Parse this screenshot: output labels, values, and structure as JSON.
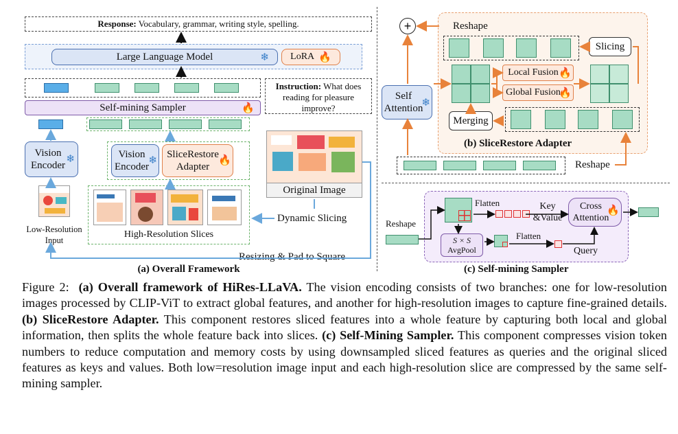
{
  "panel_a": {
    "response": "Response: Vocabulary, grammar, writing style, spelling.",
    "response_bold": "Response:",
    "response_rest": " Vocabulary, grammar, writing style, spelling.",
    "llm": "Large Language Model",
    "lora": "LoRA",
    "instruction_bold": "Instruction:",
    "instruction_rest": " What does reading for pleasure improve?",
    "sampler": "Self-mining Sampler",
    "vision_encoder_1": "Vision Encoder",
    "vision_encoder_2": "Vision Encoder",
    "slice_restore": "SliceRestore Adapter",
    "original_image": "Original Image",
    "dynamic_slicing": "Dynamic Slicing",
    "low_res": "Low-Resolution Input",
    "high_res": "High-Resolution Slices",
    "resizing": "Resizing & Pad to Square",
    "title": "(a) Overall Framework"
  },
  "panel_b": {
    "reshape_top": "Reshape",
    "slicing": "Slicing",
    "local_fusion": "Local Fusion",
    "global_fusion": "Global Fusion",
    "self_attention": "Self Attention",
    "merging": "Merging",
    "title": "(b) SliceRestore Adapter",
    "reshape_bottom": "Reshape",
    "plus": "+"
  },
  "panel_c": {
    "flatten_top": "Flatten",
    "key_value": "Key &Value",
    "cross_attention": "Cross Attention",
    "reshape": "Reshape",
    "avgpool_dims": "S × S",
    "avgpool": "AvgPool",
    "flatten_bottom": "Flatten",
    "query": "Query",
    "title": "(c) Self-mining Sampler"
  },
  "caption": {
    "fig": "Figure 2:",
    "a_title": "(a) Overall framework of HiRes-LLaVA.",
    "a_text": " The vision encoding consists of two branches: one for low-resolution images processed by CLIP-ViT to extract global features, and another for high-resolution images to capture fine-grained details. ",
    "b_title": "(b) SliceRestore Adapter.",
    "b_text": " This component restores sliced features into a whole feature by capturing both local and global information, then splits the whole feature back into slices. ",
    "c_title": "(c) Self-Mining Sampler.",
    "c_text": " This component compresses vision token numbers to reduce computation and memory costs by using downsampled sliced features as queries and the original sliced features as keys and values. Both low=resolution image input and each high-resolution slice are compressed by the same self-mining sampler."
  },
  "icons": {
    "flame": "flame-icon",
    "snowflake": "snowflake-icon"
  },
  "colors": {
    "token_green": "#a7dcc4",
    "token_blue": "#5aaee8",
    "vision_blue": "#dbe5f6",
    "sampler_purple": "#ede2f7",
    "adapter_orange": "#fde9dd",
    "arrow_orange": "#e8823a",
    "arrow_blue": "#6aa8dc"
  }
}
